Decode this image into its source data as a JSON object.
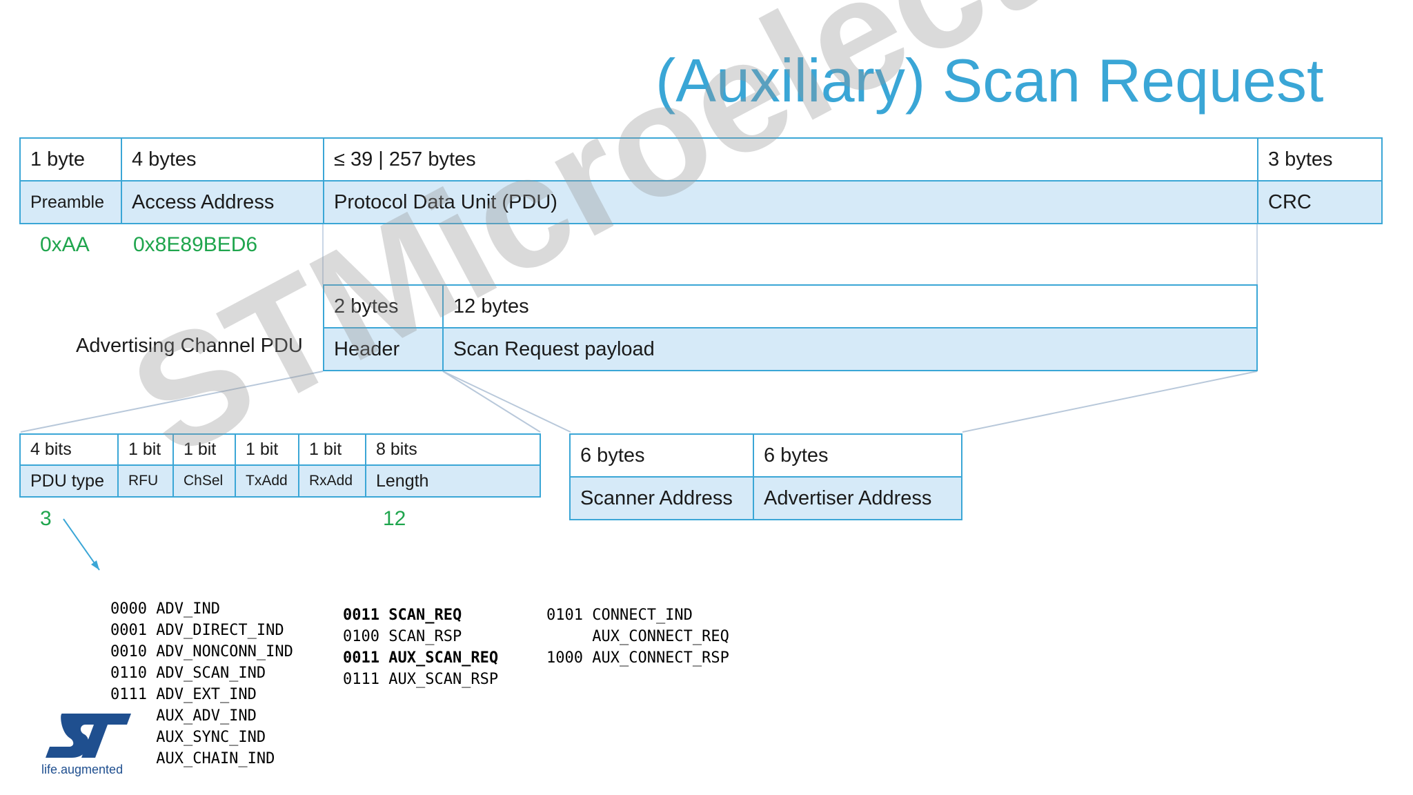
{
  "title": "(Auxiliary) Scan Request",
  "packet": {
    "sizes": [
      "1 byte",
      "4 bytes",
      "≤ 39 | 257 bytes",
      "3 bytes"
    ],
    "fields": [
      "Preamble",
      "Access Address",
      "Protocol Data Unit (PDU)",
      "CRC"
    ],
    "values": [
      "0xAA",
      "0x8E89BED6"
    ]
  },
  "pdu": {
    "label": "Advertising Channel PDU",
    "sizes": [
      "2 bytes",
      "12 bytes"
    ],
    "fields": [
      "Header",
      "Scan Request payload"
    ]
  },
  "header": {
    "sizes": [
      "4 bits",
      "1 bit",
      "1 bit",
      "1 bit",
      "1 bit",
      "8 bits"
    ],
    "fields": [
      "PDU type",
      "RFU",
      "ChSel",
      "TxAdd",
      "RxAdd",
      "Length"
    ],
    "values": [
      "3",
      "12"
    ]
  },
  "payload": {
    "sizes": [
      "6 bytes",
      "6 bytes"
    ],
    "fields": [
      "Scanner Address",
      "Advertiser Address"
    ]
  },
  "pdu_types": {
    "col1": [
      "0000 ADV_IND",
      "0001 ADV_DIRECT_IND",
      "0010 ADV_NONCONN_IND",
      "0110 ADV_SCAN_IND",
      "0111 ADV_EXT_IND",
      "     AUX_ADV_IND",
      "     AUX_SYNC_IND",
      "     AUX_CHAIN_IND"
    ],
    "col2": [
      "0011 SCAN_REQ",
      "0100 SCAN_RSP",
      "0011 AUX_SCAN_REQ",
      "0111 AUX_SCAN_RSP"
    ],
    "col3": [
      "0101 CONNECT_IND",
      "     AUX_CONNECT_REQ",
      "1000 AUX_CONNECT_RSP"
    ]
  },
  "watermark": "STMicroelectronics",
  "logo": {
    "text": "life.augmented",
    "icon": "st-logo-icon"
  },
  "colors": {
    "accent": "#3aa6d6",
    "fill": "#d6eaf8",
    "value": "#1fa54d"
  }
}
